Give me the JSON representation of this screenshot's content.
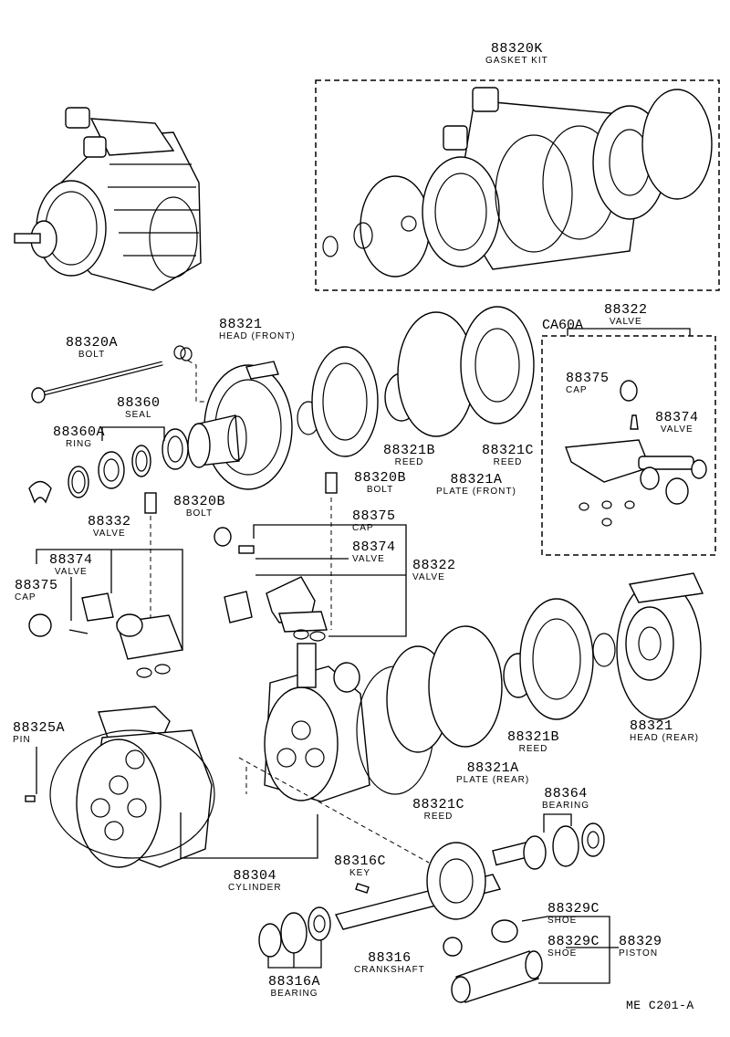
{
  "diagram": {
    "document_code": "ME  C201-A",
    "group_label": "CA60A",
    "parts": [
      {
        "id": "gasket_kit",
        "number": "88320K",
        "name": "GASKET KIT"
      },
      {
        "id": "bolt_long",
        "number": "88320A",
        "name": "BOLT"
      },
      {
        "id": "head_front",
        "number": "88321",
        "name": "HEAD (FRONT)"
      },
      {
        "id": "seal",
        "number": "88360",
        "name": "SEAL"
      },
      {
        "id": "ring",
        "number": "88360A",
        "name": "RING"
      },
      {
        "id": "reed_b_front",
        "number": "88321B",
        "name": "REED"
      },
      {
        "id": "reed_c_front",
        "number": "88321C",
        "name": "REED"
      },
      {
        "id": "plate_front",
        "number": "88321A",
        "name": "PLATE (FRONT)"
      },
      {
        "id": "bolt_b_center",
        "number": "88320B",
        "name": "BOLT"
      },
      {
        "id": "bolt_b_left",
        "number": "88320B",
        "name": "BOLT"
      },
      {
        "id": "valve_88322_group",
        "number": "88322",
        "name": "VALVE"
      },
      {
        "id": "cap_group",
        "number": "88375",
        "name": "CAP"
      },
      {
        "id": "valve_88374_group",
        "number": "88374",
        "name": "VALVE"
      },
      {
        "id": "valve_88332",
        "number": "88332",
        "name": "VALVE"
      },
      {
        "id": "valve_88374_left",
        "number": "88374",
        "name": "VALVE"
      },
      {
        "id": "cap_left",
        "number": "88375",
        "name": "CAP"
      },
      {
        "id": "cap_center",
        "number": "88375",
        "name": "CAP"
      },
      {
        "id": "valve_88374_center",
        "number": "88374",
        "name": "VALVE"
      },
      {
        "id": "valve_88322_center",
        "number": "88322",
        "name": "VALVE"
      },
      {
        "id": "pin",
        "number": "88325A",
        "name": "PIN"
      },
      {
        "id": "reed_b_rear",
        "number": "88321B",
        "name": "REED"
      },
      {
        "id": "head_rear",
        "number": "88321",
        "name": "HEAD (REAR)"
      },
      {
        "id": "plate_rear",
        "number": "88321A",
        "name": "PLATE (REAR)"
      },
      {
        "id": "reed_c_rear",
        "number": "88321C",
        "name": "REED"
      },
      {
        "id": "bearing_88364",
        "number": "88364",
        "name": "BEARING"
      },
      {
        "id": "cylinder",
        "number": "88304",
        "name": "CYLINDER"
      },
      {
        "id": "key",
        "number": "88316C",
        "name": "KEY"
      },
      {
        "id": "shoe_1",
        "number": "88329C",
        "name": "SHOE"
      },
      {
        "id": "crankshaft",
        "number": "88316",
        "name": "CRANKSHAFT"
      },
      {
        "id": "shoe_2",
        "number": "88329C",
        "name": "SHOE"
      },
      {
        "id": "piston",
        "number": "88329",
        "name": "PISTON"
      },
      {
        "id": "bearing_88316a",
        "number": "88316A",
        "name": "BEARING"
      }
    ]
  }
}
